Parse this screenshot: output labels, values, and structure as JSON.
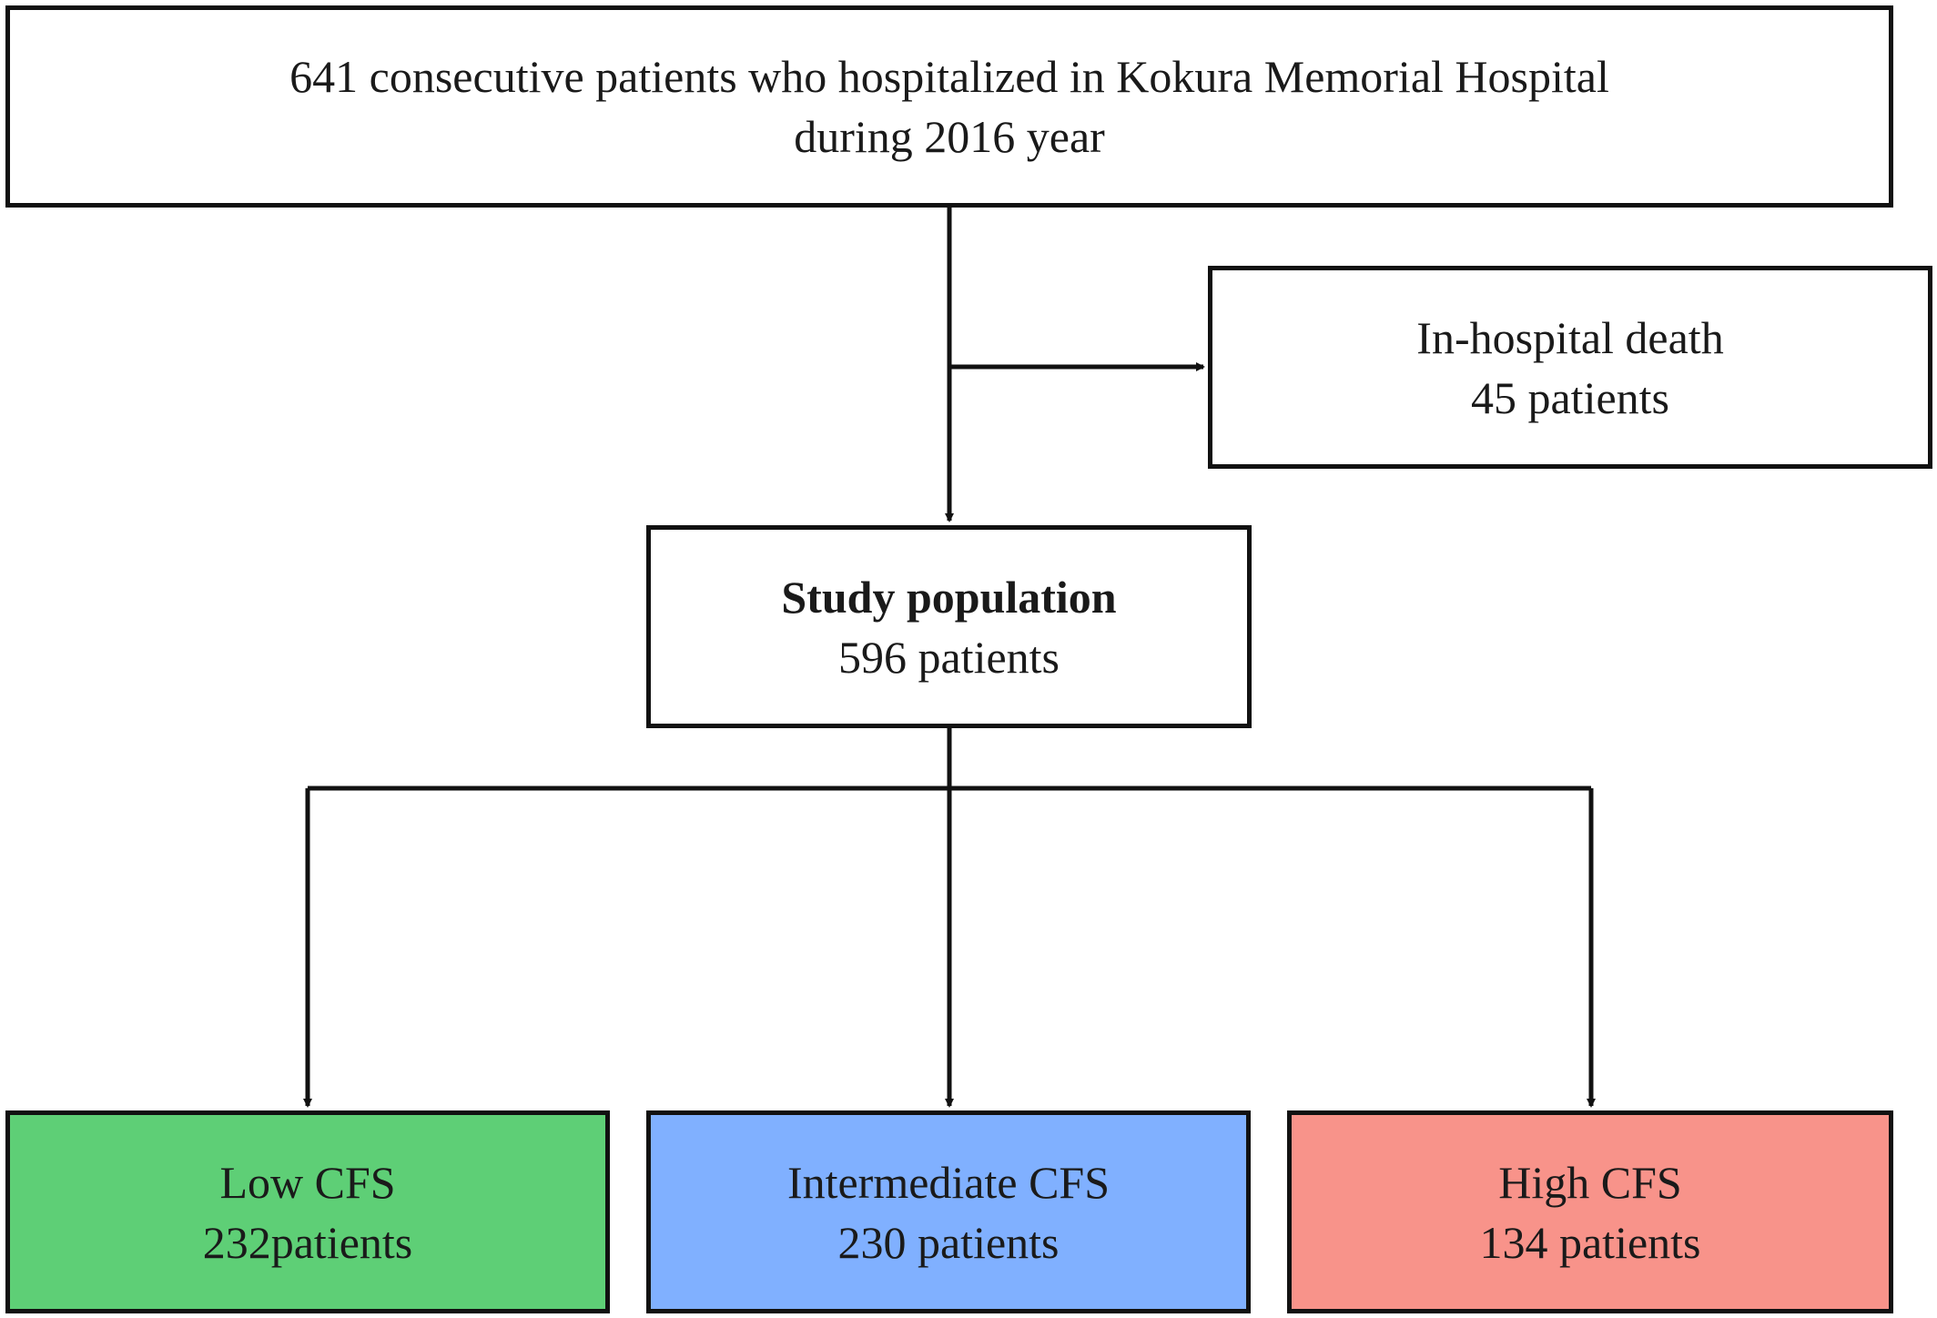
{
  "colors": {
    "low": "#5ecf76",
    "intermediate": "#80b0ff",
    "high": "#f8938a",
    "line": "#111111"
  },
  "top_box": {
    "line1": "641 consecutive patients who hospitalized in Kokura Memorial Hospital",
    "line2": "during 2016 year"
  },
  "exclusion_box": {
    "line1": "In-hospital death",
    "line2": "45 patients"
  },
  "study_box": {
    "title": "Study population",
    "count": "596 patients"
  },
  "groups": [
    {
      "label": "Low CFS",
      "count": "232patients"
    },
    {
      "label": "Intermediate CFS",
      "count": "230 patients"
    },
    {
      "label": "High CFS",
      "count": "134 patients"
    }
  ]
}
